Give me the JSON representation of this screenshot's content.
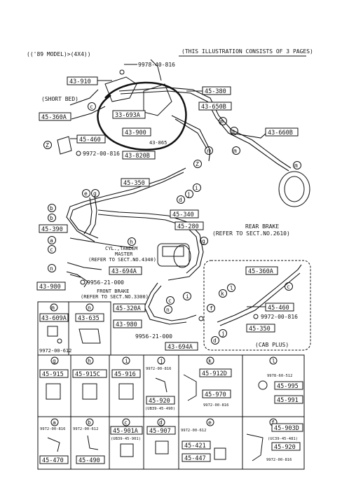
{
  "header": {
    "model": "(('89 MODEL)>(4X4))",
    "note": "(THIS ILLUSTRATION CONSISTS OF  3 PAGES)"
  },
  "callouts": {
    "c9978_40_816": "9978-40-816",
    "p43_910": "43-910",
    "short_bed": "(SHORT BED)",
    "p45_380": "45-380",
    "p43_650b": "43-650B",
    "p33_693a": "33-693A",
    "p43_900": "43-900",
    "p43_865": "43-865",
    "p45_360a": "45-360A",
    "p45_460": "45-460",
    "c9972_00_816": "9972-00-816",
    "p43_820b": "43-820B",
    "p43_660b": "43-660B",
    "p45_350": "45-350",
    "p45_340": "45-340",
    "p45_280": "45-280",
    "p45_390": "45-390",
    "rear_brake": "REAR BRAKE",
    "rear_brake_ref": "(REFER TO SECT.NO.2610)",
    "cyl_tandem": "CYL.,TANDEM",
    "master": "MASTER",
    "master_ref": "(REFER TO SECT.NO.4340)",
    "p43_694a": "43-694A",
    "c9956_21_000": "9956-21-000",
    "p43_980": "43-980",
    "front_brake": "FRONT BRAKE",
    "front_brake_ref": "(REFER TO SECT.NO.3300)",
    "p45_320a": "45-320A",
    "p43_980b": "43-980",
    "c9956_21_000b": "9956-21-000",
    "p43_694a_b": "43-694A",
    "cab_p45_360a": "45-360A",
    "cab_p45_460": "45-460",
    "cab_c9972": "9972-00-816",
    "cab_p45_350": "45-350",
    "cab_plus": "(CAB PLUS)"
  },
  "letters": {
    "c": "c",
    "z": "Z",
    "m": "m",
    "n": "n",
    "e": "e",
    "g": "g",
    "b": "b",
    "a": "a",
    "h": "h",
    "d": "d",
    "i": "i",
    "k": "k",
    "l": "l",
    "j": "j",
    "f": "f"
  },
  "table": {
    "row1": [
      {
        "letter": "m",
        "part": "43-609A",
        "extra": "9972-00-612"
      },
      {
        "letter": "n",
        "part": "43-635",
        "extra": ""
      }
    ],
    "row2": [
      {
        "letter": "g",
        "part": "45-915"
      },
      {
        "letter": "h",
        "part": "45-915C"
      },
      {
        "letter": "i",
        "part": "45-916"
      },
      {
        "letter": "j",
        "top": "9972-00-816",
        "part": "45-920",
        "sub": "(UB39-45-490)"
      },
      {
        "letter": "k",
        "part": "45-912D",
        "part2": "45-970",
        "extra": "9972-00-816"
      },
      {
        "letter": "l",
        "top": "9978-60-512",
        "part": "45-995",
        "part2": "45-991"
      }
    ],
    "row3": [
      {
        "letter": "a",
        "top": "9972-00-816",
        "part": "45-470"
      },
      {
        "letter": "b",
        "top": "9972-00-612",
        "part": "45-490"
      },
      {
        "letter": "c",
        "part": "45-901A",
        "sub": "(UB39-45-901)"
      },
      {
        "letter": "d",
        "part": "45-907"
      },
      {
        "letter": "e",
        "top": "9972-00-612",
        "part": "45-421",
        "part2": "45-447"
      },
      {
        "letter": "f",
        "part": "45-903D",
        "sub": "(UC39-45-481)",
        "part2": "45-920",
        "extra": "9972-00-816"
      }
    ]
  }
}
